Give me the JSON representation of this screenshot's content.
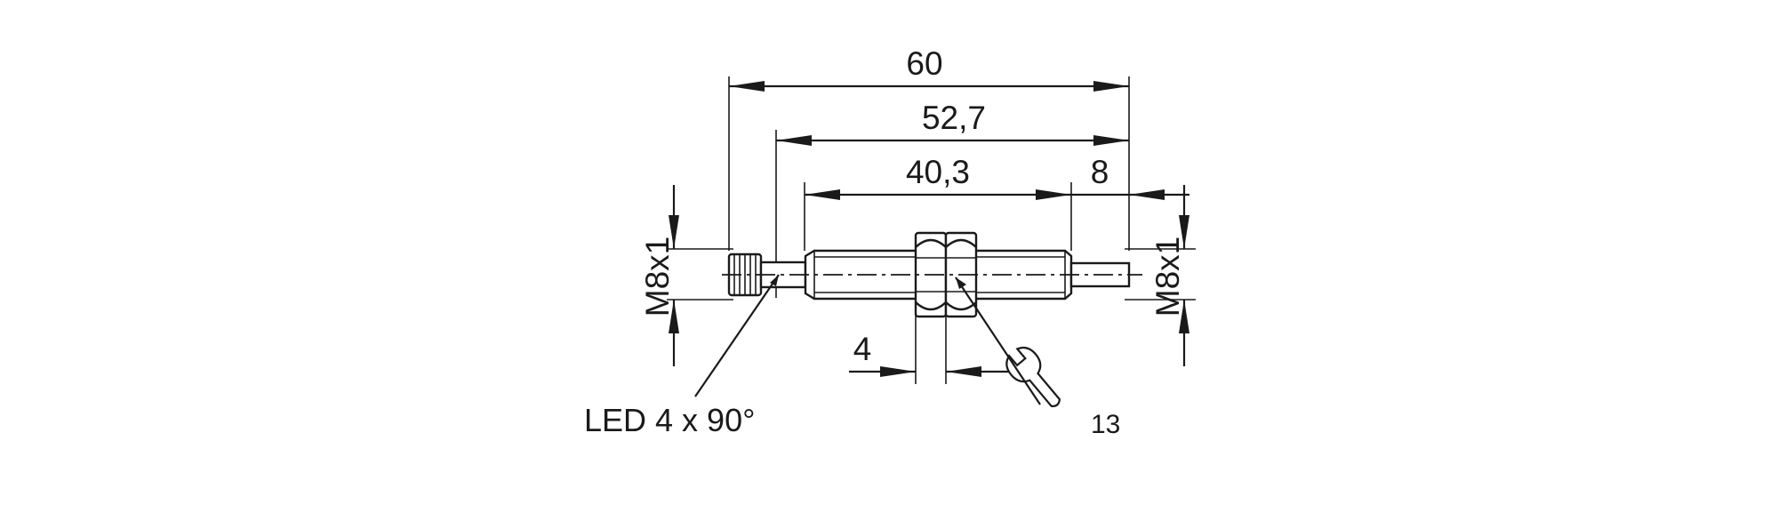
{
  "dimensions": {
    "overall_length": "60",
    "body_length": "52,7",
    "thread_length": "40,3",
    "pin_length": "8",
    "nut_width": "4",
    "left_thread": "M8x1",
    "right_thread": "M8x1"
  },
  "annotations": {
    "led": "LED 4 x 90°",
    "wrench_size": "13"
  },
  "icons": {
    "wrench": "wrench-icon"
  },
  "colors": {
    "line": "#1a1a1a",
    "background": "#ffffff"
  }
}
